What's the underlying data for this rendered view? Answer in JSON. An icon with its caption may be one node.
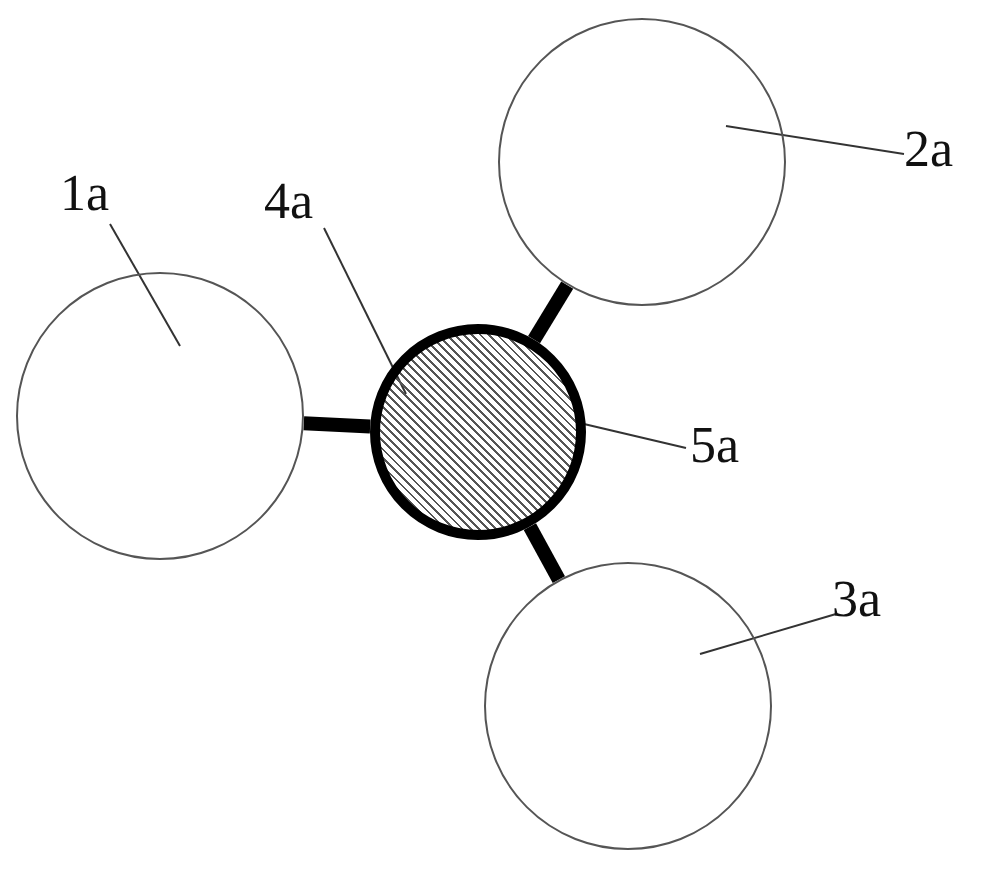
{
  "diagram": {
    "nodes": [
      {
        "text": [],
        "shape": "circle"
      },
      {
        "text": [],
        "shape": "circle"
      },
      {
        "text": [],
        "shape": "circle"
      },
      {
        "text": [],
        "shape": "circle"
      },
      {
        "text": [
          "1a"
        ]
      },
      {
        "text": [
          "4a"
        ]
      },
      {
        "text": [
          "2a"
        ]
      },
      {
        "text": [
          "5a"
        ]
      },
      {
        "text": [
          "3a"
        ]
      }
    ],
    "edges": [
      {
        "from": 0,
        "to": 2,
        "arrow": "none",
        "style": "thick"
      },
      {
        "from": 1,
        "to": 2,
        "arrow": "none",
        "style": "thick"
      },
      {
        "from": 3,
        "to": 2,
        "arrow": "none",
        "style": "thick"
      },
      {
        "from": 4,
        "to": 0,
        "arrow": "none"
      },
      {
        "from": 5,
        "to": 2,
        "arrow": "none"
      },
      {
        "from": 6,
        "to": 1,
        "arrow": "none"
      },
      {
        "from": 7,
        "to": 2,
        "arrow": "none"
      },
      {
        "from": 8,
        "to": 3,
        "arrow": "none"
      }
    ]
  }
}
